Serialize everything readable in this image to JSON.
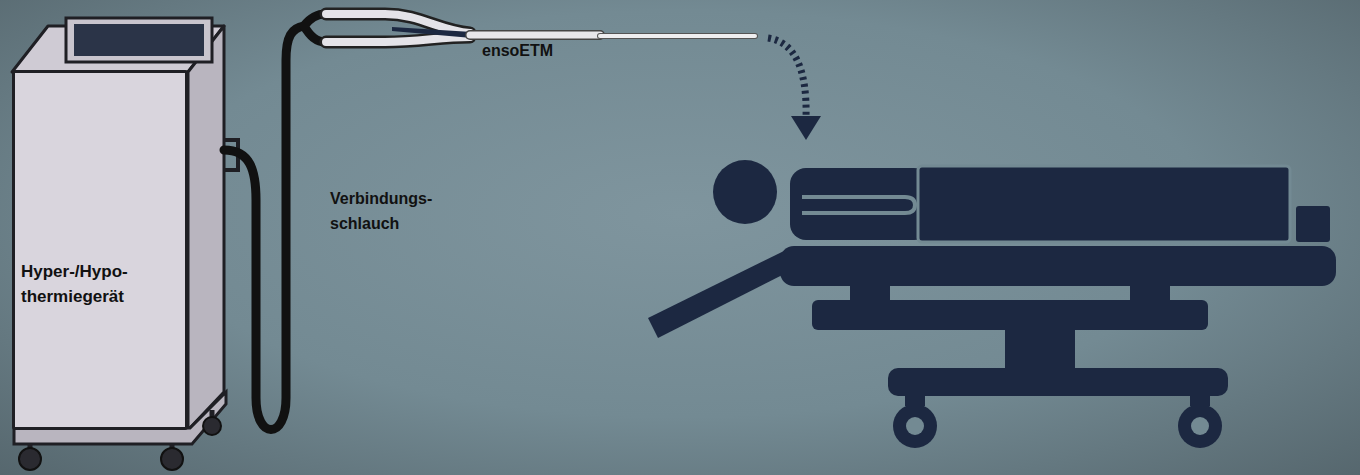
{
  "diagram": {
    "nodes": [
      {
        "text": [
          "Hyper-/Hypo- thermiegerät"
        ]
      }
    ],
    "labels": [
      "ensoETM",
      "Verbindungs- schlauch"
    ]
  }
}
